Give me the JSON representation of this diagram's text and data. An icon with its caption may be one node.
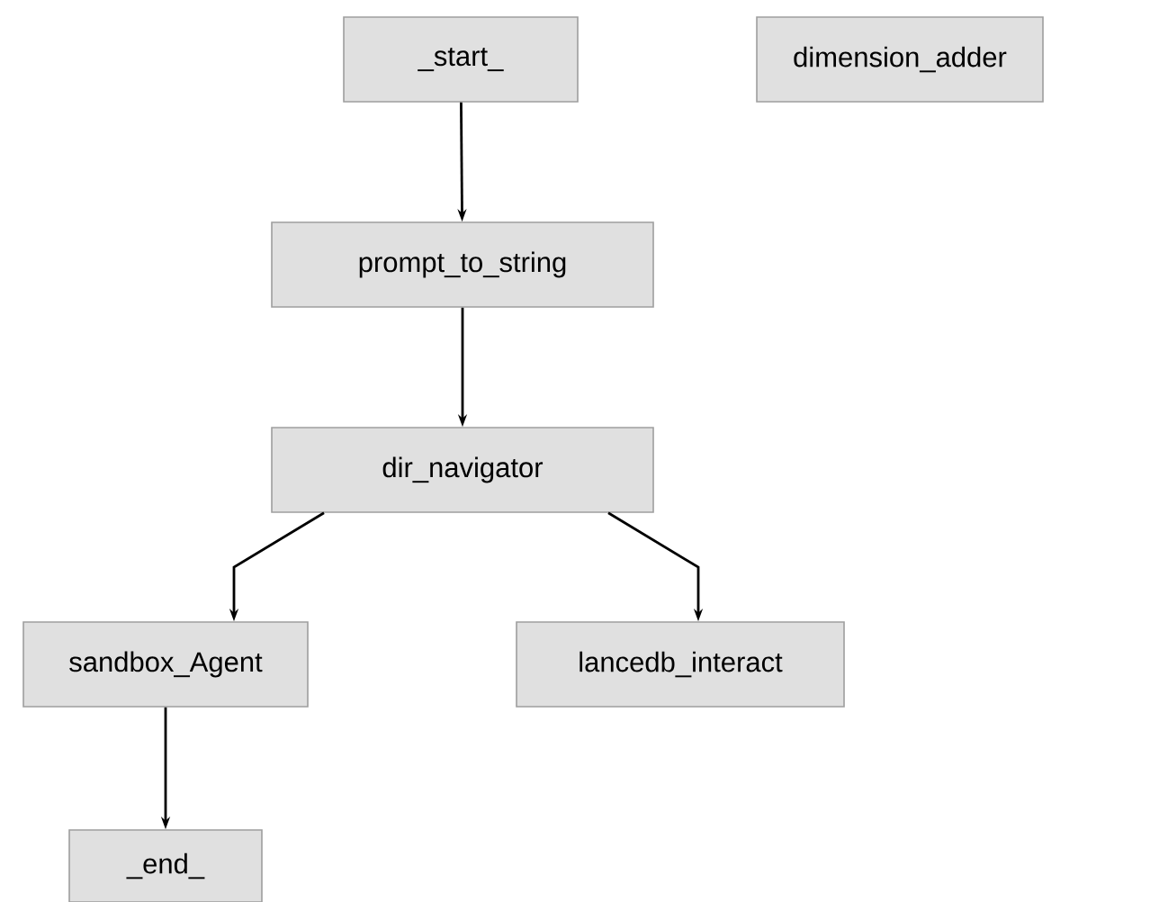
{
  "diagram": {
    "nodes": [
      {
        "text": [
          "_start_"
        ]
      },
      {
        "text": [
          "dimension_adder"
        ]
      },
      {
        "text": [
          "prompt_to_string"
        ]
      },
      {
        "text": [
          "dir_navigator"
        ]
      },
      {
        "text": [
          "sandbox_Agent"
        ]
      },
      {
        "text": [
          "lancedb_interact"
        ]
      },
      {
        "text": [
          "_end_"
        ]
      }
    ],
    "edges": [
      {
        "from": 0,
        "to": 2,
        "arrow": "to"
      },
      {
        "from": 2,
        "to": 3,
        "arrow": "to"
      },
      {
        "from": 3,
        "to": 4,
        "arrow": "to"
      },
      {
        "from": 3,
        "to": 5,
        "arrow": "to"
      },
      {
        "from": 4,
        "to": 6,
        "arrow": "to"
      }
    ]
  }
}
